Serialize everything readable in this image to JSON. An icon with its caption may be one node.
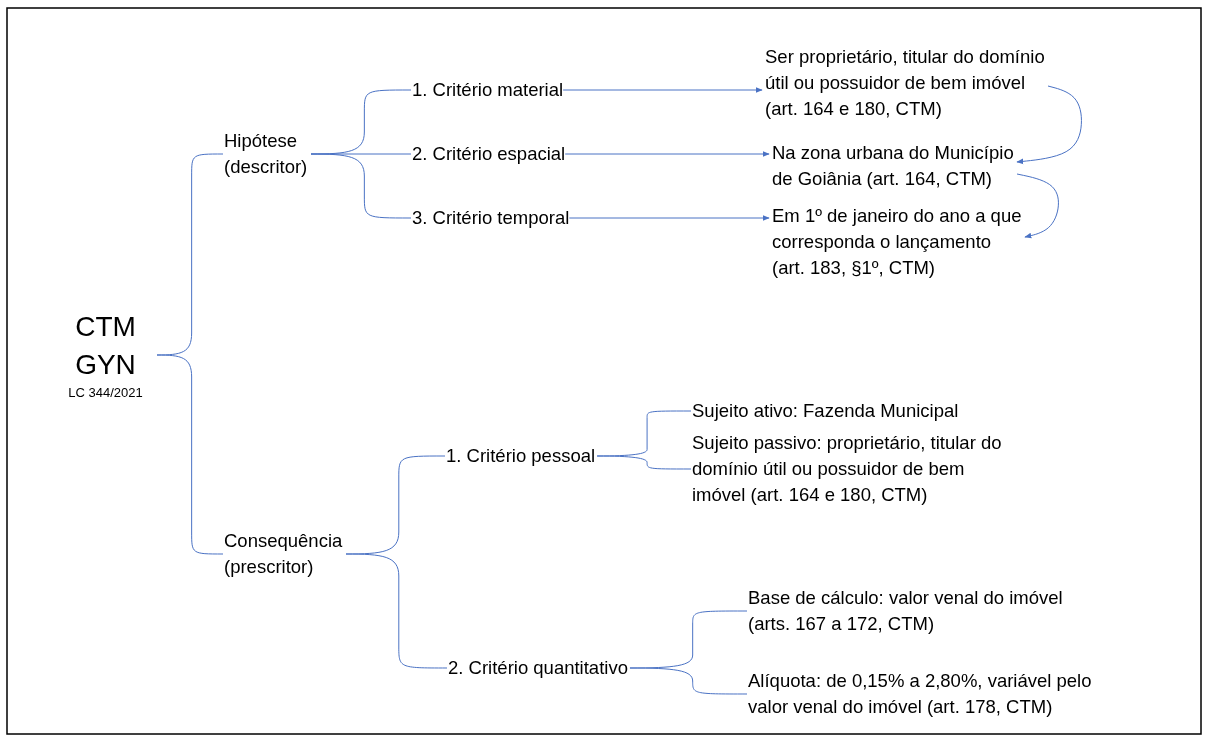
{
  "diagram": {
    "nodes": [
      {
        "text": [
          "CTM GYN",
          "LC 344/2021"
        ]
      },
      {
        "text": [
          "Hipótese (descritor)"
        ]
      },
      {
        "text": [
          "Consequência (prescritor)"
        ]
      },
      {
        "text": [
          "1. Critério material"
        ]
      },
      {
        "text": [
          "2. Critério espacial"
        ]
      },
      {
        "text": [
          "3. Critério temporal"
        ]
      },
      {
        "text": [
          "Ser proprietário, titular do domínio útil ou possuidor de bem imóvel (art. 164 e 180, CTM)"
        ]
      },
      {
        "text": [
          "Na zona urbana do Município de Goiânia (art. 164, CTM)"
        ]
      },
      {
        "text": [
          "Em 1º de janeiro do ano a que corresponda o lançamento (art. 183, §1º, CTM)"
        ]
      },
      {
        "text": [
          "1. Critério pessoal"
        ]
      },
      {
        "text": [
          "2. Critério quantitativo"
        ]
      },
      {
        "text": [
          "Sujeito ativo: Fazenda Municipal"
        ]
      },
      {
        "text": [
          "Sujeito passivo: proprietário, titular do domínio útil ou possuidor de bem imóvel (art. 164 e 180, CTM)"
        ]
      },
      {
        "text": [
          "Base de cálculo: valor venal do imóvel (arts. 167 a 172, CTM)"
        ]
      },
      {
        "text": [
          "Alíquota: de 0,15% a 2,80%, variável pelo valor venal do imóvel (art. 178, CTM)"
        ]
      }
    ],
    "edges": [
      {
        "from": 0,
        "to": 1,
        "arrow": "none"
      },
      {
        "from": 0,
        "to": 2,
        "arrow": "none"
      },
      {
        "from": 1,
        "to": 3,
        "arrow": "none"
      },
      {
        "from": 1,
        "to": 4,
        "arrow": "none"
      },
      {
        "from": 1,
        "to": 5,
        "arrow": "none"
      },
      {
        "from": 3,
        "to": 6,
        "arrow": "to"
      },
      {
        "from": 4,
        "to": 7,
        "arrow": "to"
      },
      {
        "from": 5,
        "to": 8,
        "arrow": "to"
      },
      {
        "from": 6,
        "to": 7,
        "arrow": "to"
      },
      {
        "from": 7,
        "to": 8,
        "arrow": "to"
      },
      {
        "from": 2,
        "to": 9,
        "arrow": "none"
      },
      {
        "from": 2,
        "to": 10,
        "arrow": "none"
      },
      {
        "from": 9,
        "to": 11,
        "arrow": "none"
      },
      {
        "from": 9,
        "to": 12,
        "arrow": "none"
      },
      {
        "from": 10,
        "to": 13,
        "arrow": "none"
      },
      {
        "from": 10,
        "to": 14,
        "arrow": "none"
      }
    ]
  }
}
